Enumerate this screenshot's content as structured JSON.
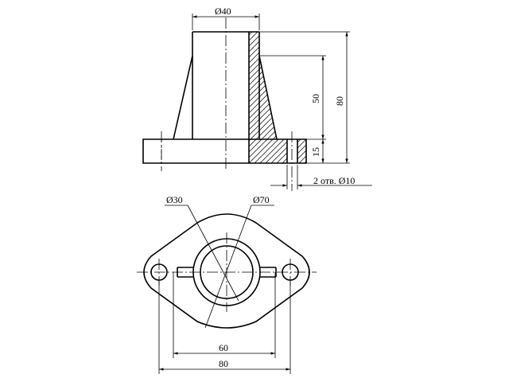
{
  "front_view": {
    "dim_diameter_40": "Ø40",
    "dim_height_80": "80",
    "dim_height_50": "50",
    "dim_thickness_15": "15",
    "holes_note": "2 отв. Ø10"
  },
  "top_view": {
    "dim_diameter_30": "Ø30",
    "dim_diameter_70": "Ø70",
    "dim_center_distance_60": "60",
    "dim_width_80": "80"
  }
}
